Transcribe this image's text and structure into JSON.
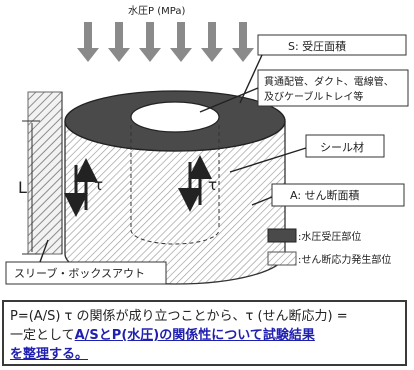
{
  "diagram": {
    "pressure_label": "水圧P (MPa)",
    "label_L": "L",
    "tau_left": "τ",
    "tau_right": "τ",
    "callouts": {
      "pressure_area": "S: 受圧面積",
      "penetration_line1": "貫通配管、ダクト、電線管、",
      "penetration_line2": "及びケーブルトレイ等",
      "seal_material": "シール材",
      "shear_area": "A: せん断面積"
    },
    "legend": {
      "pressure_part": ":水圧受圧部位",
      "shear_part": ":せん断応力発生部位"
    },
    "sleeve_label": "スリーブ・ボックスアウト"
  },
  "note": {
    "line1": "P=(A/S) τ の関係が成り立つことから、τ (せん断応力) =",
    "line2_plain": "一定として",
    "line2_emph": "A/SとP(水圧)の関係性について試験結果",
    "line3_emph": "を整理する。"
  },
  "colors": {
    "top_ring": "#4a4a4a",
    "hatch": "#8c8c8c",
    "note_emphasis": "#1f1fb0"
  }
}
